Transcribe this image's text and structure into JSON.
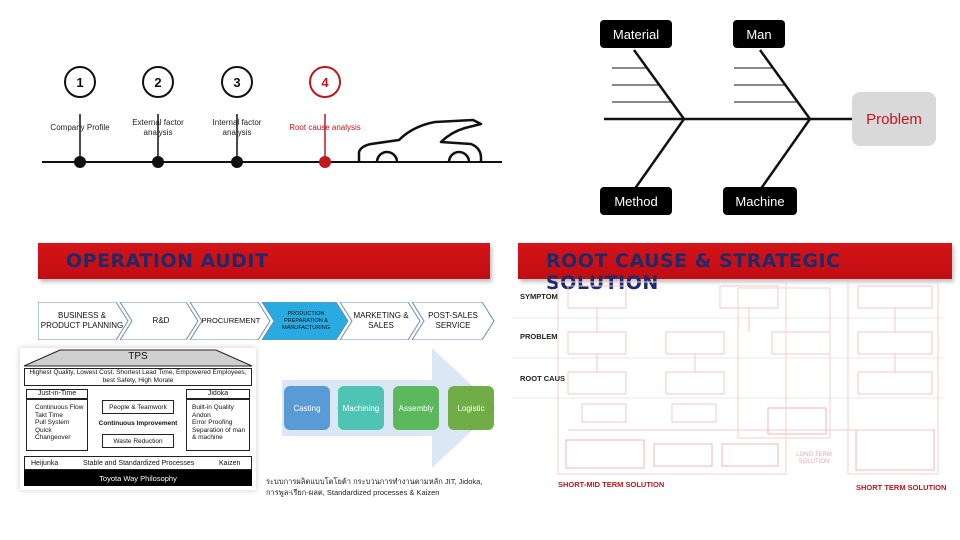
{
  "timeline": {
    "steps": [
      {
        "number": "1",
        "label": "Company Profile"
      },
      {
        "number": "2",
        "label": "External factor analysis"
      },
      {
        "number": "3",
        "label": "Internal factor analysis"
      },
      {
        "number": "4",
        "label": "Root cause analysis"
      }
    ]
  },
  "fishbone": {
    "causes": [
      "Material",
      "Man",
      "Method",
      "Machine"
    ],
    "effect": "Problem"
  },
  "operation_audit": {
    "title": "OPERATION AUDIT",
    "value_chain": [
      "BUSINESS & PRODUCT PLANNING",
      "R&D",
      "PROCUREMENT",
      "PRODUCTION PREPARATION & MANUFACTURING",
      "MARKETING & SALES",
      "POST-SALES SERVICE"
    ],
    "highlight_color": "#29abe2",
    "tps": {
      "title": "TPS",
      "goals": "Highest Quality, Lowest Cost, Shortest Lead Time, Empowered Employees, best Safety, High Morale",
      "left_pillar": {
        "title": "Just-in-Time",
        "items": "Continuous Flow\nTakt Time\nPull System\nQuick Changeover"
      },
      "center": {
        "top": "People & Teamwork",
        "middle": "Continuous Improvement",
        "bottom": "Waste Reduction"
      },
      "right_pillar": {
        "title": "Jidoka",
        "items": "Built-in Quality\nAndon\nError Proofing\nSeparation of man & machine"
      },
      "foundation": [
        "Heijunka",
        "Stable and Standardized Processes",
        "Kaizen"
      ],
      "base": "Toyota Way Philosophy"
    },
    "process_steps": [
      {
        "label": "Casting",
        "color": "#5b9bd5"
      },
      {
        "label": "Machining",
        "color": "#4fc3b4"
      },
      {
        "label": "Assembly",
        "color": "#5cb85c"
      },
      {
        "label": "Logistic",
        "color": "#70ad47"
      }
    ],
    "caption_line1": "ระบบการผลิตแบบโตโยต้า กระบวนการทำงานตามหลัก JIT, Jidoka,",
    "caption_line2": "การพูล-เรียก-ผลต, Standardized processes & Kaizen"
  },
  "root_cause": {
    "title": "ROOT CAUSE & STRATEGIC SOLUTION",
    "rows": [
      "SYMPTOM",
      "PROBLEM",
      "ROOT CAUS"
    ],
    "bottom_left": "SHORT-MID TERM SOLUTION",
    "bottom_right": "SHORT TERM SOLUTION",
    "long_term": "LONG TERM SOLUTION"
  },
  "colors": {
    "accent_red": "#c0161c",
    "banner_text": "#1d2a6b"
  }
}
